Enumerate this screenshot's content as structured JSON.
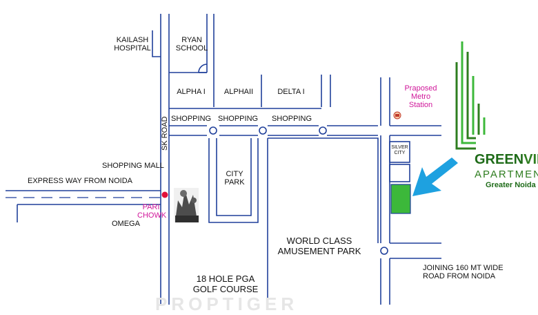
{
  "labels": {
    "kailash_hospital": "KAILASH\nHOSPITAL",
    "ryan_school": "RYAN\nSCHOOL",
    "alpha_i": "ALPHA I",
    "alpha_ii": "ALPHAII",
    "delta_i": "DELTA I",
    "shopping": "SHOPPING",
    "sk_road": "SK ROAD",
    "shopping_mall": "SHOPPING MALL",
    "express_way": "EXPRESS WAY FROM NOIDA",
    "pari_chowk": "PARI\nCHOWK",
    "omega": "OMEGA",
    "city_park": "CITY\nPARK",
    "amusement_park": "WORLD CLASS\nAMUSEMENT PARK",
    "golf_course": "18 HOLE PGA\nGOLF COURSE",
    "metro_station": "Praposed\nMetro\nStation",
    "silver_city": "SILVER\nCITY",
    "joining_road": "JOINING 160 MT WIDE\nROAD FROM NOIDA"
  },
  "logo": {
    "brand_part1": "GREEN",
    "brand_part2": "VIEW",
    "subtitle": "APARTMENT",
    "city": "Greater Noida"
  },
  "watermark": "PROPTIGER",
  "colors": {
    "road": "#1f3f9a",
    "landmark_label": "#d0179a",
    "project_plot": "#3cb83a",
    "arrow": "#1ea1e0",
    "logo_green": "#2e7d1f"
  }
}
